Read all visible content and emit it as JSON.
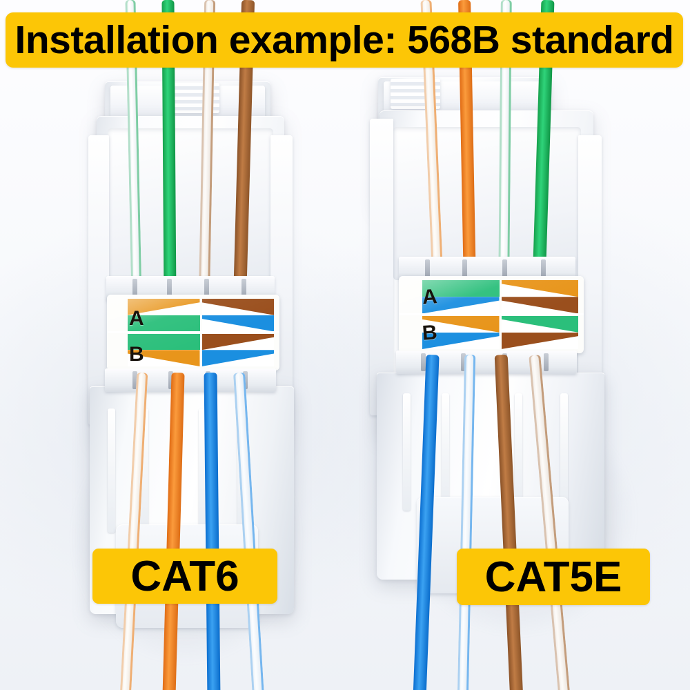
{
  "title_banner": {
    "text": "Installation example: 568B standard",
    "background_color": "#fcc606",
    "text_color": "#000000"
  },
  "background_color": "#fafbfd",
  "jacks": [
    {
      "id": "cat6",
      "badge_label": "CAT6",
      "badge_color": "#fcc606",
      "wiring_standard": "568B",
      "row_markers": [
        "A",
        "B"
      ],
      "top_wires": [
        {
          "name": "white-green",
          "type": "striped",
          "color": "#2fd47a"
        },
        {
          "name": "green",
          "type": "solid",
          "color": "#2fd47a"
        },
        {
          "name": "white-brown",
          "type": "striped",
          "color": "#c07c45"
        },
        {
          "name": "brown",
          "type": "solid",
          "color": "#c07c45"
        }
      ],
      "bottom_wires": [
        {
          "name": "white-orange",
          "type": "striped",
          "color": "#fb9b3c"
        },
        {
          "name": "orange",
          "type": "solid",
          "color": "#fb9b3c"
        },
        {
          "name": "blue",
          "type": "solid",
          "color": "#3ba2f2"
        },
        {
          "name": "white-blue",
          "type": "striped",
          "color": "#3ba2f2"
        }
      ],
      "code_label": {
        "row_a": [
          {
            "position": "left",
            "top": "white-orange",
            "bottom": "green",
            "top_color": "#e8951b",
            "bottom_color": "#2bbf7b"
          },
          {
            "position": "right",
            "top": "white-brown",
            "bottom": "blue",
            "top_color": "#9a4f1d",
            "bottom_color": "#1b8fe0"
          }
        ],
        "row_b": [
          {
            "position": "left",
            "top": "green",
            "bottom": "white-orange",
            "top_color": "#2bbf7b",
            "bottom_color": "#e8951b"
          },
          {
            "position": "right",
            "top": "brown",
            "bottom": "white-blue",
            "top_color": "#9a4f1d",
            "bottom_color": "#1b8fe0"
          }
        ]
      }
    },
    {
      "id": "cat5e",
      "badge_label": "CAT5E",
      "badge_color": "#fcc606",
      "wiring_standard": "568B",
      "row_markers": [
        "A",
        "B"
      ],
      "top_wires": [
        {
          "name": "white-orange",
          "type": "striped",
          "color": "#fb9b3c"
        },
        {
          "name": "orange",
          "type": "solid",
          "color": "#fb9b3c"
        },
        {
          "name": "white-green",
          "type": "striped",
          "color": "#2fd47a"
        },
        {
          "name": "green",
          "type": "solid",
          "color": "#2fd47a"
        }
      ],
      "bottom_wires": [
        {
          "name": "blue",
          "type": "solid",
          "color": "#3ba2f2"
        },
        {
          "name": "white-blue",
          "type": "striped",
          "color": "#3ba2f2"
        },
        {
          "name": "brown",
          "type": "solid",
          "color": "#c07c45"
        },
        {
          "name": "white-brown",
          "type": "striped",
          "color": "#c07c45"
        }
      ],
      "code_label": {
        "row_a": [
          {
            "position": "left",
            "top": "green",
            "bottom": "white-blue",
            "top_color": "#2bbf7b",
            "bottom_color": "#1b8fe0"
          },
          {
            "position": "right",
            "top": "orange",
            "bottom": "white-brown",
            "top_color": "#e8951b",
            "bottom_color": "#9a4f1d"
          }
        ],
        "row_b": [
          {
            "position": "left",
            "top": "white-orange",
            "bottom": "blue",
            "top_color": "#e8951b",
            "bottom_color": "#1b8fe0"
          },
          {
            "position": "right",
            "top": "green",
            "bottom": "brown",
            "top_color": "#2bbf7b",
            "bottom_color": "#9a4f1d"
          }
        ]
      }
    }
  ]
}
